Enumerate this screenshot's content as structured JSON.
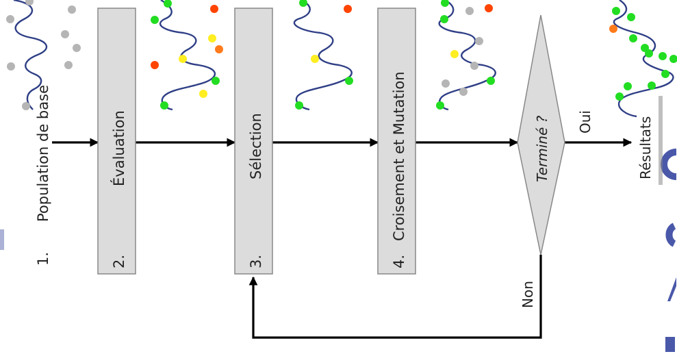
{
  "steps": [
    {
      "number": "1.",
      "label": "Population de base"
    },
    {
      "number": "2.",
      "label": "Évaluation"
    },
    {
      "number": "3.",
      "label": "Sélection"
    },
    {
      "number": "4.",
      "label": "Croisement et Mutation"
    }
  ],
  "decision": {
    "label": "Terminé ?",
    "yes": "Oui",
    "no": "Non"
  },
  "result": {
    "label": "Résultats"
  },
  "colors": {
    "box_fill": "#dcdcdc",
    "wave": "#2f3f86",
    "good": "#22dd22",
    "mid": "#ffee22",
    "low": "#ff7a1a",
    "bad": "#ff4400",
    "neutral": "#b5b5b5",
    "watermark": "#2a3a9a"
  }
}
